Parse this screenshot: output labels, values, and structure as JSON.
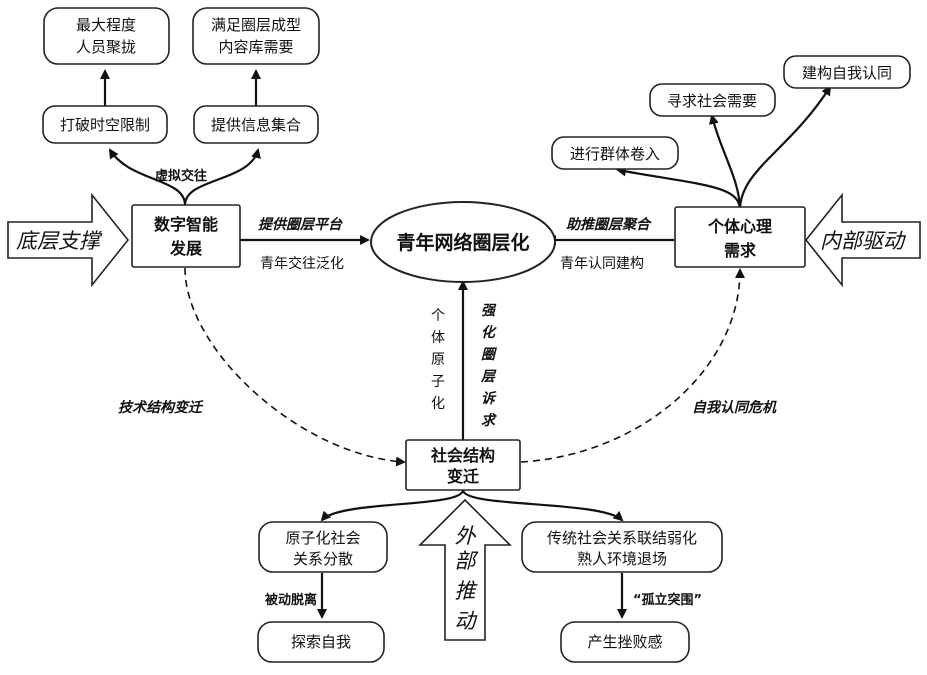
{
  "nodes": {
    "center": "青年网络圈层化",
    "digital_dev": [
      "数字智能",
      "发展"
    ],
    "psych_need": [
      "个体心理",
      "需求"
    ],
    "social_change": [
      "社会结构",
      "变迁"
    ],
    "break_limit": "打破时空限制",
    "max_gather": [
      "最大程度",
      "人员聚拢"
    ],
    "info_collect": "提供信息集合",
    "content_need": [
      "满足圈层成型",
      "内容库需要"
    ],
    "group_involve": "进行群体卷入",
    "seek_social": "寻求社会需要",
    "build_identity": "建构自我认同",
    "atomized": [
      "原子化社会",
      "关系分散"
    ],
    "explore_self": "探索自我",
    "weaken_ties": [
      "传统社会关系联结弱化",
      "熟人环境退场"
    ],
    "frustration": "产生挫败感"
  },
  "big_arrows": {
    "left": "底层支撑",
    "right": "内部驱动",
    "bottom": [
      "外",
      "部",
      "推",
      "动"
    ]
  },
  "edge_labels": {
    "virtual": "虚拟交往",
    "provide_platform": "提供圈层平台",
    "youth_generalize": "青年交往泛化",
    "boost_aggregate": "助推圈层聚合",
    "youth_identity": "青年认同建构",
    "individual_atom": [
      "个",
      "体",
      "原",
      "子",
      "化"
    ],
    "strengthen": [
      "强",
      "化",
      "圈",
      "层",
      "诉",
      "求"
    ],
    "tech_change": "技术结构变迁",
    "identity_crisis": "自我认同危机",
    "passive_detach": "被动脱离",
    "isolation_breakout": "“孤立突围”"
  }
}
